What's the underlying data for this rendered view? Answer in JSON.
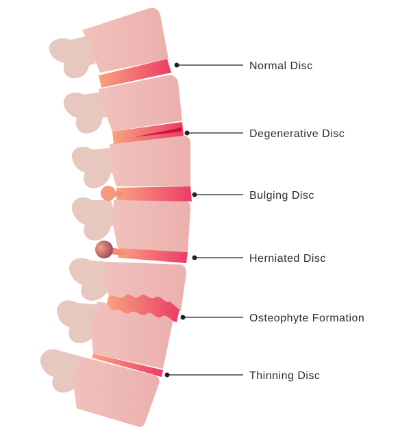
{
  "labels": {
    "normal": "Normal Disc",
    "degenerative": "Degenerative Disc",
    "bulging": "Bulging Disc",
    "herniated": "Herniated Disc",
    "osteophyte": "Osteophyte Formation",
    "thinning": "Thinning Disc"
  },
  "colors": {
    "vertebra_body": "#efb8b4",
    "vertebra_edge": "#f6cdca",
    "process": "#e7c9c0",
    "disc_light": "#f7a082",
    "disc_dark": "#ec3d66",
    "leader": "#222222",
    "text": "#2b2b2b"
  }
}
